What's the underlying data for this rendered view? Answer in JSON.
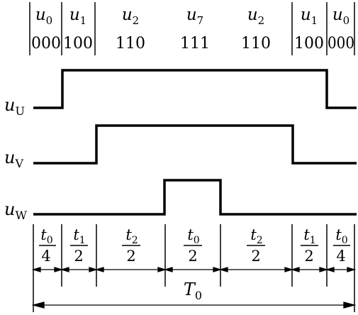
{
  "header": {
    "segments": [
      {
        "vector_base": "u",
        "vector_sub": "0",
        "code": "000"
      },
      {
        "vector_base": "u",
        "vector_sub": "1",
        "code": "100"
      },
      {
        "vector_base": "u",
        "vector_sub": "2",
        "code": "110"
      },
      {
        "vector_base": "u",
        "vector_sub": "7",
        "code": "111"
      },
      {
        "vector_base": "u",
        "vector_sub": "2",
        "code": "110"
      },
      {
        "vector_base": "u",
        "vector_sub": "1",
        "code": "100"
      },
      {
        "vector_base": "u",
        "vector_sub": "0",
        "code": "000"
      }
    ]
  },
  "signals": [
    {
      "base": "u",
      "sub": "U"
    },
    {
      "base": "u",
      "sub": "V"
    },
    {
      "base": "u",
      "sub": "W"
    }
  ],
  "durations": [
    {
      "num_base": "t",
      "num_sub": "0",
      "den": "4"
    },
    {
      "num_base": "t",
      "num_sub": "1",
      "den": "2"
    },
    {
      "num_base": "t",
      "num_sub": "2",
      "den": "2"
    },
    {
      "num_base": "t",
      "num_sub": "0",
      "den": "2"
    },
    {
      "num_base": "t",
      "num_sub": "2",
      "den": "2"
    },
    {
      "num_base": "t",
      "num_sub": "1",
      "den": "2"
    },
    {
      "num_base": "t",
      "num_sub": "0",
      "den": "4"
    }
  ],
  "period": {
    "base": "T",
    "sub": "0"
  }
}
